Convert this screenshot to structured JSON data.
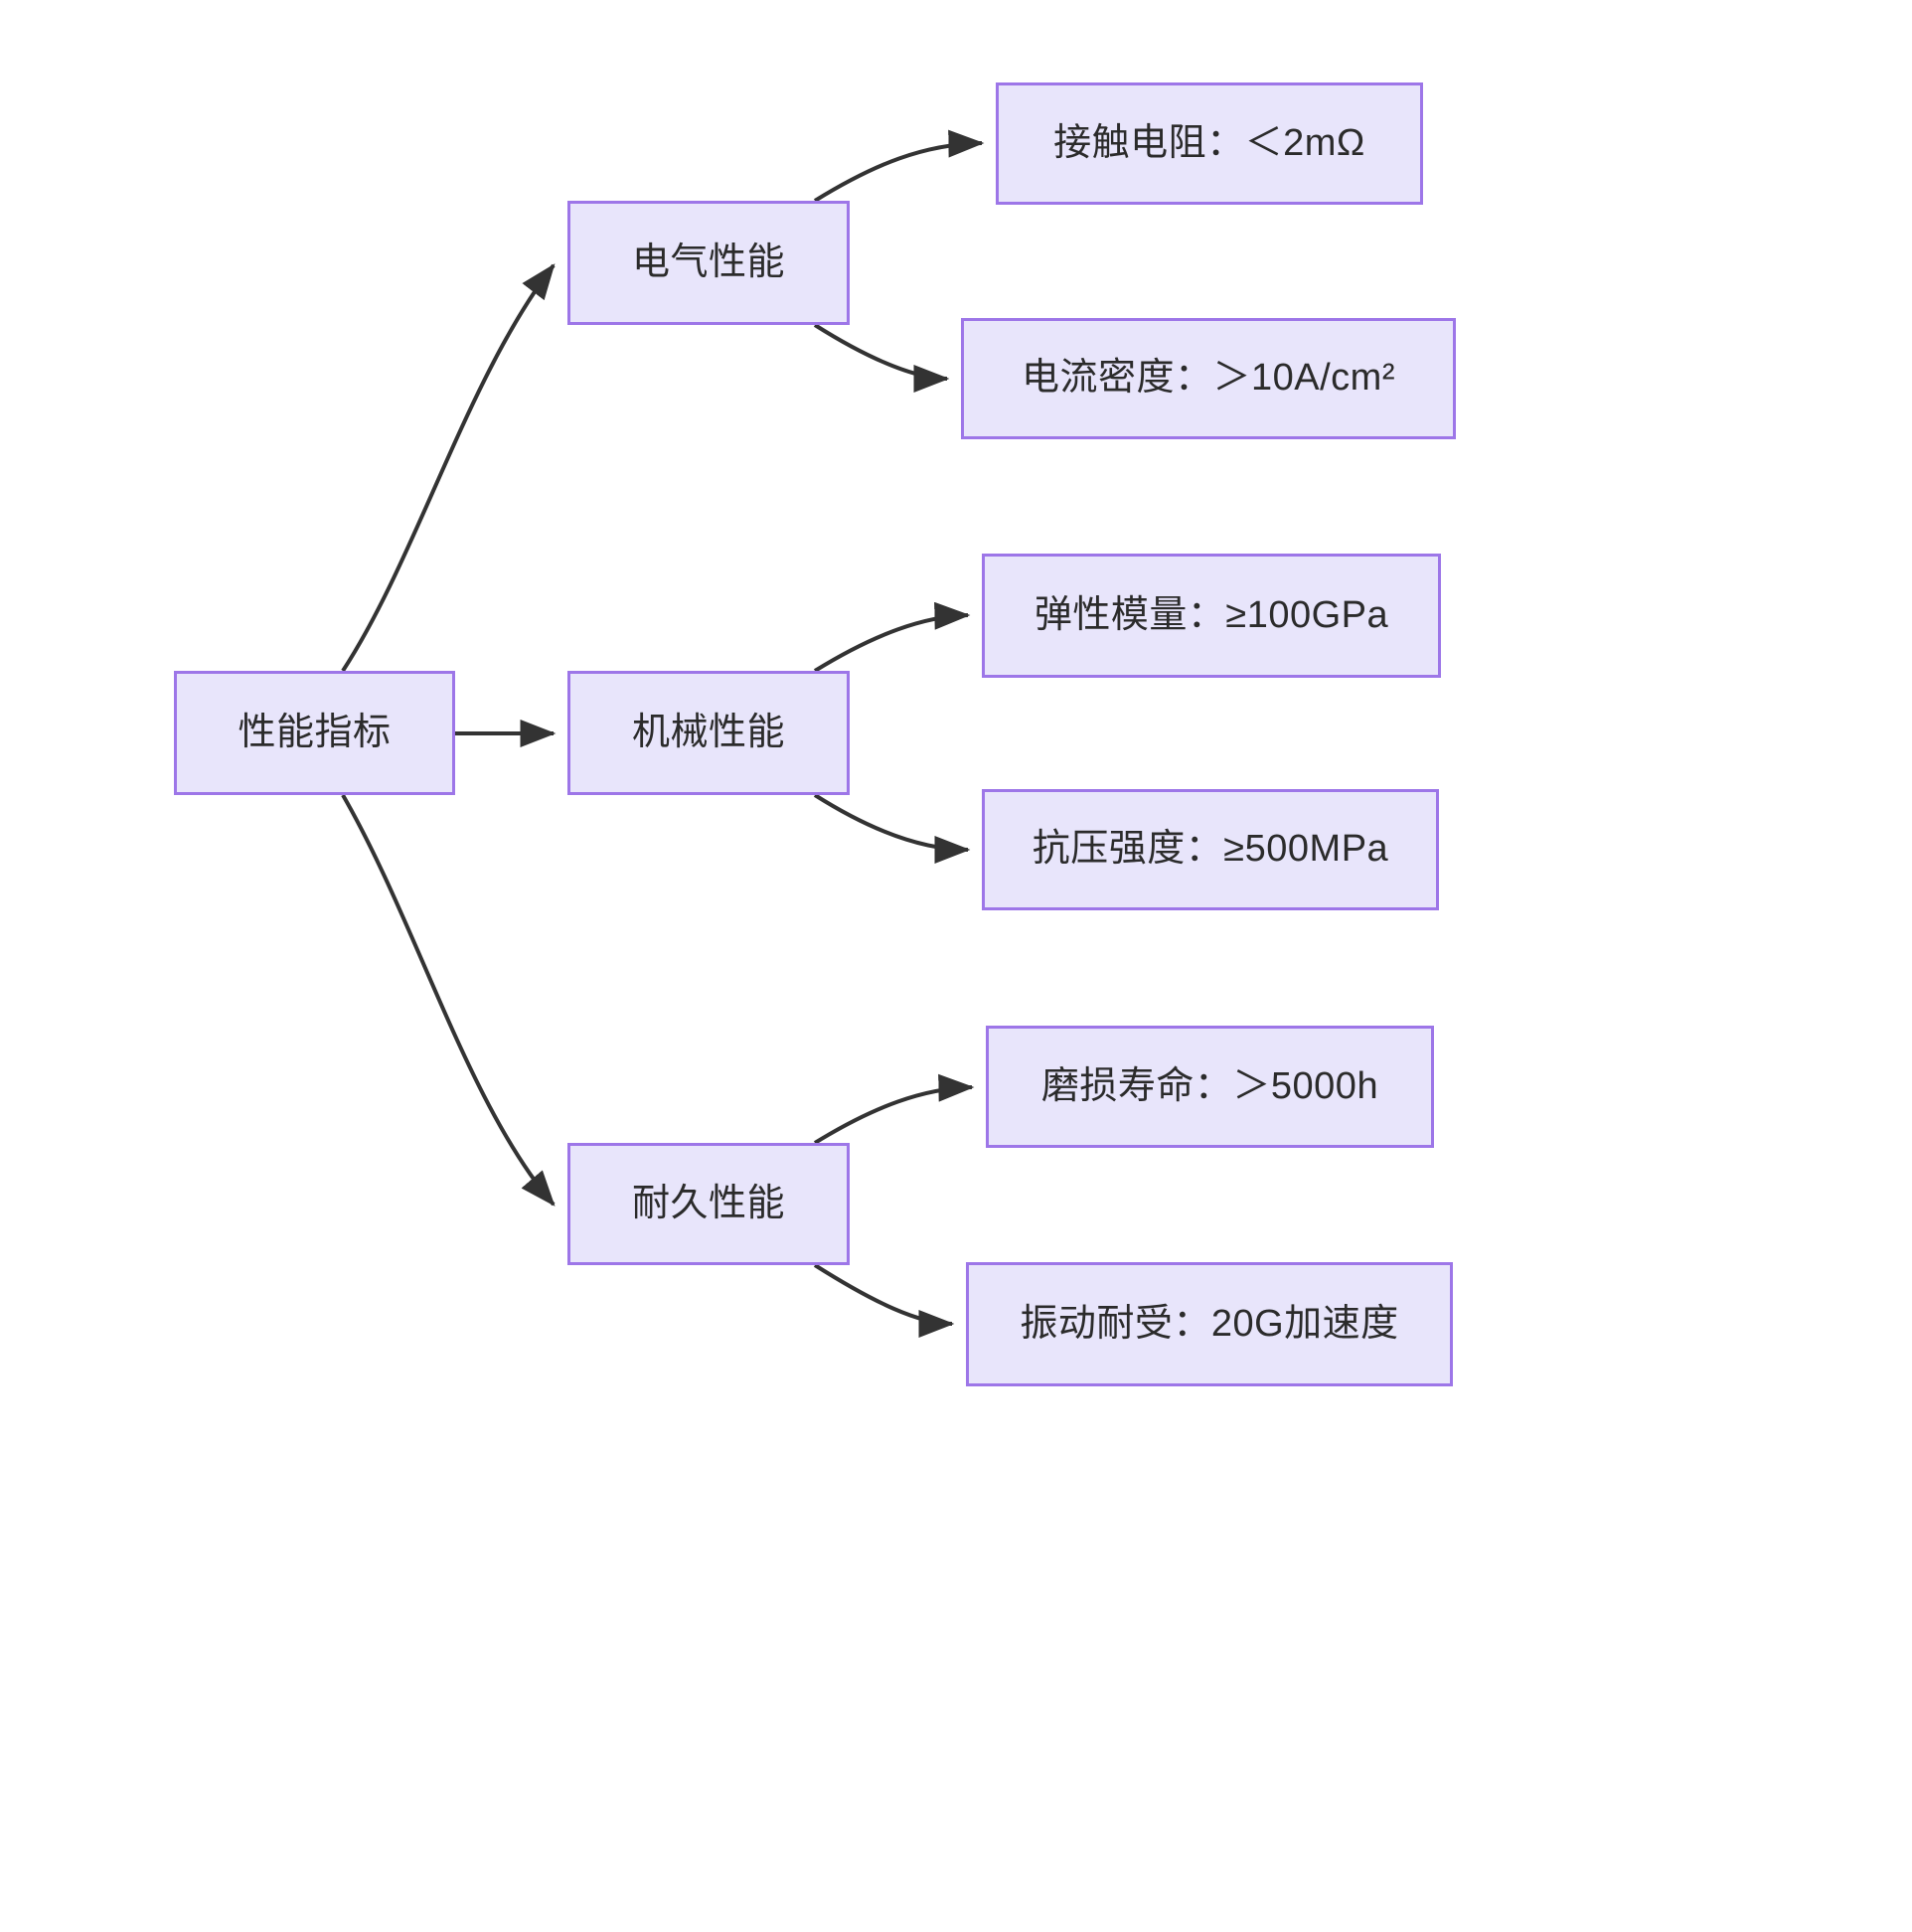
{
  "diagram": {
    "type": "tree-flowchart",
    "orientation": "left-to-right",
    "background_color": "#ffffff",
    "node_fill_color": "#E8E5FB",
    "node_border_color": "#9D76E8",
    "node_text_color": "#2b2b2b",
    "edge_color": "#333333",
    "root": {
      "id": "root",
      "label": "性能指标"
    },
    "branches": [
      {
        "id": "electrical",
        "label": "电气性能",
        "leaves": [
          {
            "id": "contact-resistance",
            "label": "接触电阻：＜2mΩ"
          },
          {
            "id": "current-density",
            "label": "电流密度：＞10A/cm²"
          }
        ]
      },
      {
        "id": "mechanical",
        "label": "机械性能",
        "leaves": [
          {
            "id": "elastic-modulus",
            "label": "弹性模量：≥100GPa"
          },
          {
            "id": "compressive-strength",
            "label": "抗压强度：≥500MPa"
          }
        ]
      },
      {
        "id": "durability",
        "label": "耐久性能",
        "leaves": [
          {
            "id": "wear-life",
            "label": "磨损寿命：＞5000h"
          },
          {
            "id": "vibration-tolerance",
            "label": "振动耐受：20G加速度"
          }
        ]
      }
    ]
  }
}
